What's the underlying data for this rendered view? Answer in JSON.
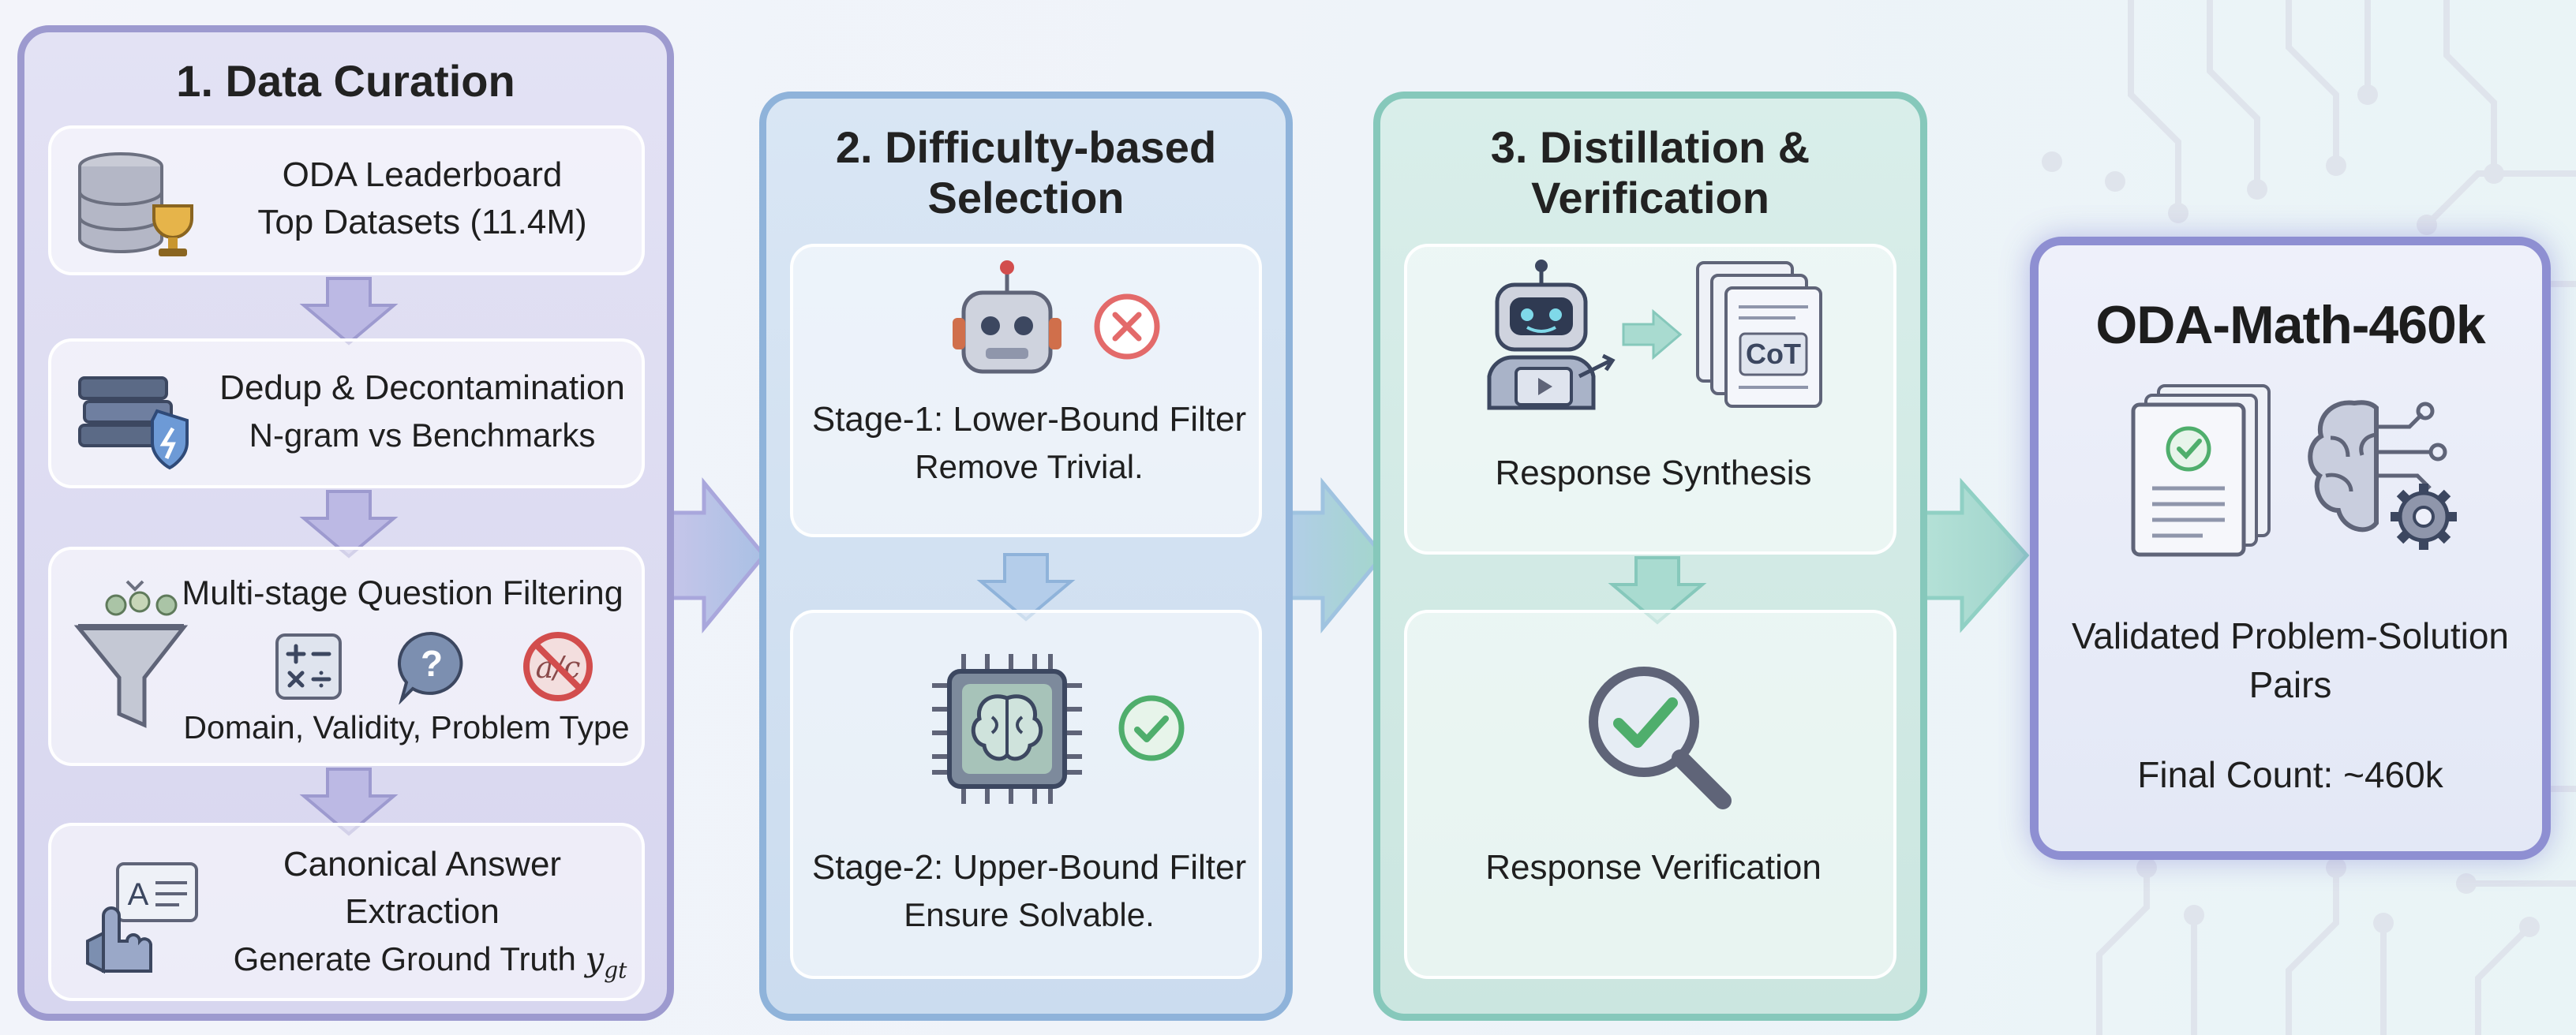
{
  "stages": [
    {
      "title": "1. Data Curation",
      "steps": [
        {
          "line1": "ODA Leaderboard",
          "line2": "Top Datasets (11.4M)"
        },
        {
          "line1": "Dedup & Decontamination",
          "line2": "N-gram vs Benchmarks"
        },
        {
          "line1": "Multi-stage Question Filtering",
          "line2": "Domain, Validity, Problem Type"
        },
        {
          "line1": "Canonical Answer",
          "line2": "Extraction",
          "line3": "Generate Ground Truth",
          "math": "y",
          "math_sub": "gt"
        }
      ]
    },
    {
      "title_line1": "2. Difficulty-based",
      "title_line2": "Selection",
      "steps": [
        {
          "line1": "Stage-1: Lower-Bound Filter",
          "line2": "Remove Trivial."
        },
        {
          "line1": "Stage-2: Upper-Bound Filter",
          "line2": "Ensure Solvable."
        }
      ]
    },
    {
      "title_line1": "3. Distillation &",
      "title_line2": "Verification",
      "steps": [
        {
          "line1": "Response Synthesis",
          "badge": "CoT"
        },
        {
          "line1": "Response Verification"
        }
      ]
    }
  ],
  "output": {
    "title": "ODA-Math-460k",
    "line1": "Validated Problem-Solution",
    "line2": "Pairs",
    "count": "Final Count: ~460k"
  },
  "colors": {
    "stage1": "#9d9acf",
    "stage2": "#8fb3da",
    "stage3": "#86c8bb",
    "output": "#8e8fd2",
    "reject": "#e36a6a",
    "accept": "#4fae6c"
  }
}
